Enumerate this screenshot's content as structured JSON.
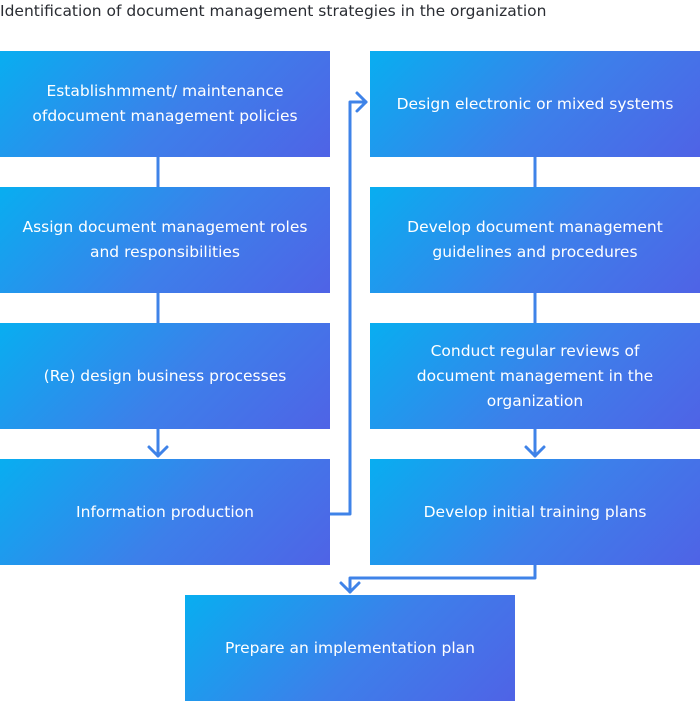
{
  "title": "Identification of document management strategies in the organization",
  "left_column": [
    "Establishmment/ maintenance ofdocument management policies",
    "Assign document management roles and responsibilities",
    "(Re) design business processes",
    "Information production"
  ],
  "right_column": [
    "Design electronic or mixed systems",
    "Develop document management guidelines and procedures",
    "Conduct regular reviews of document management in the organization",
    "Develop initial training plans"
  ],
  "final_step": "Prepare an implementation plan",
  "colors": {
    "box_gradient_start": "#08aef0",
    "box_gradient_mid": "#3d7fea",
    "box_gradient_end": "#4f63e6",
    "connector": "#3f83e8",
    "title_text": "#2a2d33"
  }
}
